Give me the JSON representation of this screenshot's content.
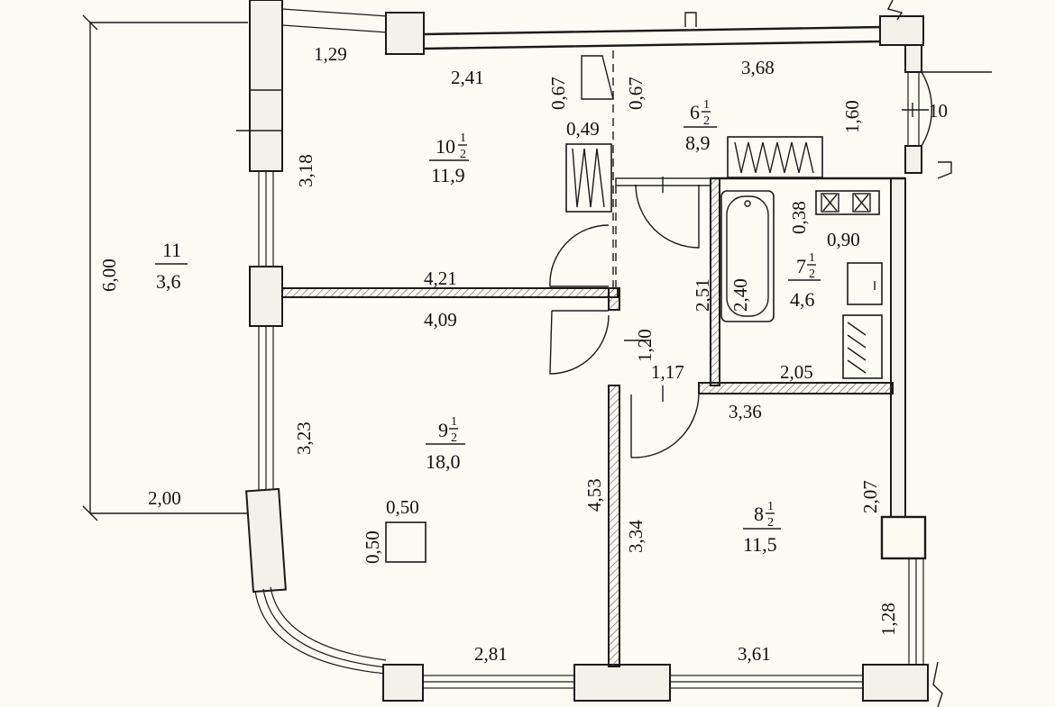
{
  "rooms": {
    "bedroom": {
      "number": "10",
      "frac_num": "1",
      "frac_den": "2",
      "area": "11,9"
    },
    "kitchen": {
      "number": "6",
      "frac_num": "1",
      "frac_den": "2",
      "area": "8,9"
    },
    "balcony": {
      "number": "11",
      "area": "3,6"
    },
    "bathroom": {
      "number": "7",
      "frac_num": "1",
      "frac_den": "2",
      "area": "4,6"
    },
    "living": {
      "number": "9",
      "frac_num": "1",
      "frac_den": "2",
      "area": "18,0"
    },
    "room8": {
      "number": "8",
      "frac_num": "1",
      "frac_den": "2",
      "area": "11,5"
    }
  },
  "dimensions": {
    "d_1_29": "1,29",
    "d_2_41": "2,41",
    "d_0_67a": "0,67",
    "d_0_67b": "0,67",
    "d_3_68": "3,68",
    "d_1_60": "1,60",
    "d_10": "10",
    "d_0_49": "0,49",
    "d_3_18": "3,18",
    "d_6_00": "6,00",
    "d_0_38": "0,38",
    "d_0_90": "0,90",
    "d_4_21": "4,21",
    "d_4_09": "4,09",
    "d_2_51": "2,51",
    "d_2_40": "2,40",
    "d_1_20": "1,20",
    "d_1_17": "1,17",
    "d_2_05": "2,05",
    "d_3_36": "3,36",
    "d_3_23": "3,23",
    "d_2_00": "2,00",
    "d_0_50a": "0,50",
    "d_0_50b": "0,50",
    "d_4_53": "4,53",
    "d_3_34": "3,34",
    "d_2_07": "2,07",
    "d_1_28": "1,28",
    "d_2_81": "2,81",
    "d_3_61": "3,61"
  }
}
